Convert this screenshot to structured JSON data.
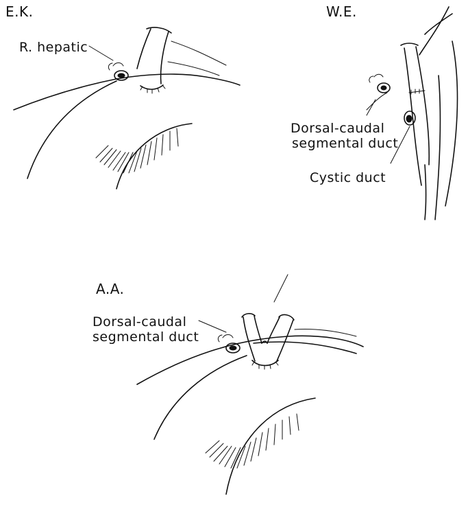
{
  "panels": [
    {
      "patient": "E.K.",
      "labels": [
        "R. hepatic"
      ]
    },
    {
      "patient": "W.E.",
      "labels": [
        "Dorsal-caudal",
        "segmental duct",
        "Cystic duct"
      ]
    },
    {
      "patient": "A.A.",
      "labels": [
        "Dorsal-caudal",
        "segmental duct"
      ]
    }
  ]
}
